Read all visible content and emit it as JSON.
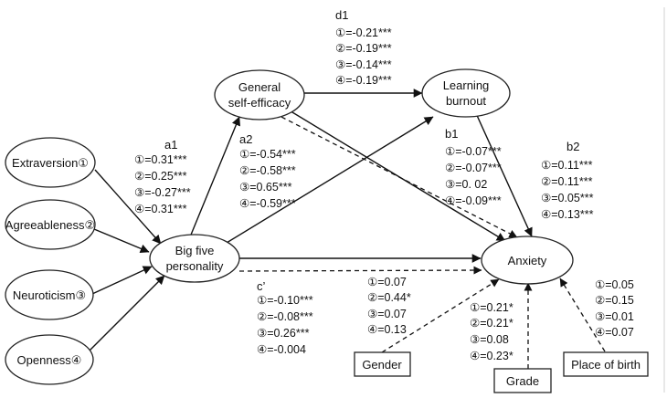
{
  "nodes": {
    "extraversion": "Extraversion①",
    "agreeableness": "Agreeableness②",
    "neuroticism": "Neuroticism③",
    "openness": "Openness④",
    "big_five": [
      "Big five",
      "personality"
    ],
    "self_efficacy": [
      "General",
      "self-efficacy"
    ],
    "burnout": [
      "Learning",
      "burnout"
    ],
    "anxiety": "Anxiety",
    "gender": "Gender",
    "grade": "Grade",
    "place_of_birth": "Place of birth"
  },
  "paths": {
    "a1": {
      "label": "a1",
      "values": [
        "①=0.31***",
        "②=0.25***",
        "③=-0.27***",
        "④=0.31***"
      ]
    },
    "a2": {
      "label": "a2",
      "values": [
        "①=-0.54***",
        "②=-0.58***",
        "③=0.65***",
        "④=-0.59***"
      ]
    },
    "d1": {
      "label": "d1",
      "values": [
        "①=-0.21***",
        "②=-0.19***",
        "③=-0.14***",
        "④=-0.19***"
      ]
    },
    "b1": {
      "label": "b1",
      "values": [
        "①=-0.07***",
        "②=-0.07***",
        "③=0. 02",
        "④=-0.09***"
      ]
    },
    "b2": {
      "label": "b2",
      "values": [
        "①=0.11***",
        "②=0.11***",
        "③=0.05***",
        "④=0.13***"
      ]
    },
    "c_prime": {
      "label": "c’",
      "values": [
        "①=-0.10***",
        "②=-0.08***",
        "③=0.26***",
        "④=-0.004"
      ]
    },
    "gender": {
      "values": [
        "①=0.07",
        "②=0.44*",
        "③=0.07",
        "④=0.13"
      ]
    },
    "grade": {
      "values": [
        "①=0.21*",
        "②=0.21*",
        "③=0.08",
        "④=0.23*"
      ]
    },
    "place_of_birth": {
      "values": [
        "①=0.05",
        "②=0.15",
        "③=0.01",
        "④=0.07"
      ]
    }
  }
}
